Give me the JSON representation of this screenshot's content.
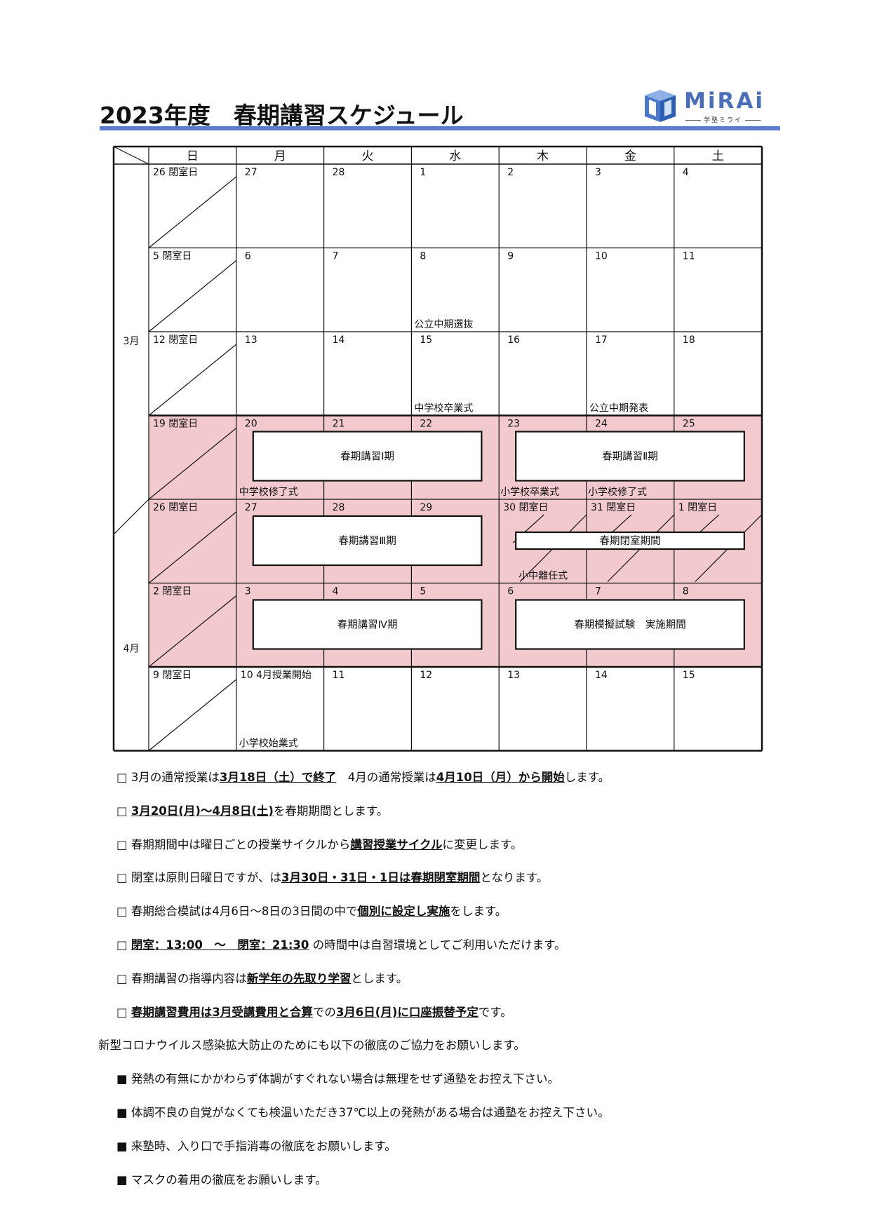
{
  "title": "2023年度　春期講習スケジュール",
  "logo": {
    "name": "MiRAi",
    "subtitle": "学塾ミライ",
    "brand_color": "#4a6fb8"
  },
  "calendar": {
    "weekdays": [
      "日",
      "月",
      "火",
      "水",
      "木",
      "金",
      "土"
    ],
    "month_labels": [
      "3月",
      "4月"
    ],
    "rows": [
      [
        "26 閉室日",
        "27",
        "28",
        "1",
        "2",
        "3",
        "4"
      ],
      [
        "5 閉室日",
        "6",
        "7",
        "8",
        "9",
        "10",
        "11"
      ],
      [
        "12 閉室日",
        "13",
        "14",
        "15",
        "16",
        "17",
        "18"
      ],
      [
        "19 閉室日",
        "20",
        "21",
        "22",
        "23",
        "24",
        "25"
      ],
      [
        "26 閉室日",
        "27",
        "28",
        "29",
        "30 閉室日",
        "31 閉室日",
        "1 閉室日"
      ],
      [
        "2 閉室日",
        "3",
        "4",
        "5",
        "6",
        "7",
        "8"
      ],
      [
        "9 閉室日",
        "10 4月授業開始",
        "11",
        "12",
        "13",
        "14",
        "15"
      ]
    ],
    "events": [
      "公立中期選抜",
      "中学校卒業式",
      "公立中期発表",
      "中学校修了式",
      "小学校卒業式",
      "小学校修了式",
      "小中離任式",
      "小学校始業式"
    ],
    "periods": [
      "春期講習Ⅰ期",
      "春期講習Ⅱ期",
      "春期講習Ⅲ期",
      "春期閉室期間",
      "春期講習Ⅳ期",
      "春期模擬試験　実施期間"
    ],
    "highlight_color": "#f2c9cc"
  },
  "notes": {
    "items": [
      [
        "3月の通常授業は",
        "3月18日（土）で終了",
        "　4月の通常授業は",
        "4月10日（月）から開始",
        "します。"
      ],
      [
        "",
        "3月20日(月)～4月8日(土)",
        "を春期期間とします。"
      ],
      [
        "春期期間中は曜日ごとの授業サイクルから",
        "講習授業サイクル",
        "に変更します。"
      ],
      [
        "閉室は原則日曜日ですが、は",
        "3月30日・31日・1日は春期閉室期間",
        "となります。"
      ],
      [
        "春期総合模試は4月6日～8日の3日間の中で",
        "個別に設定し実施",
        "をします。"
      ],
      [
        "",
        "閉室：13:00　～　閉室：21:30",
        " の時間中は自習環境としてご利用いただけます。"
      ],
      [
        "春期講習の指導内容は",
        "新学年の先取り学習",
        "とします。"
      ],
      [
        "",
        "春期講習費用は3月受講費用と合算",
        "での",
        "3月6日(月)に口座振替予定",
        "です。"
      ]
    ],
    "covid_lead": "新型コロナウイルス感染拡大防止のためにも以下の徹底のご協力をお願いします。",
    "covid_items": [
      "発熱の有無にかかわらず体調がすぐれない場合は無理をせず通塾をお控え下さい。",
      "体調不良の自覚がなくても検温いただき37℃以上の発熱がある場合は通塾をお控え下さい。",
      "来塾時、入り口で手指消毒の徹底をお願いします。",
      "マスクの着用の徹底をお願いします。"
    ],
    "checkbox_symbol": "□",
    "bullet_symbol": "■"
  }
}
